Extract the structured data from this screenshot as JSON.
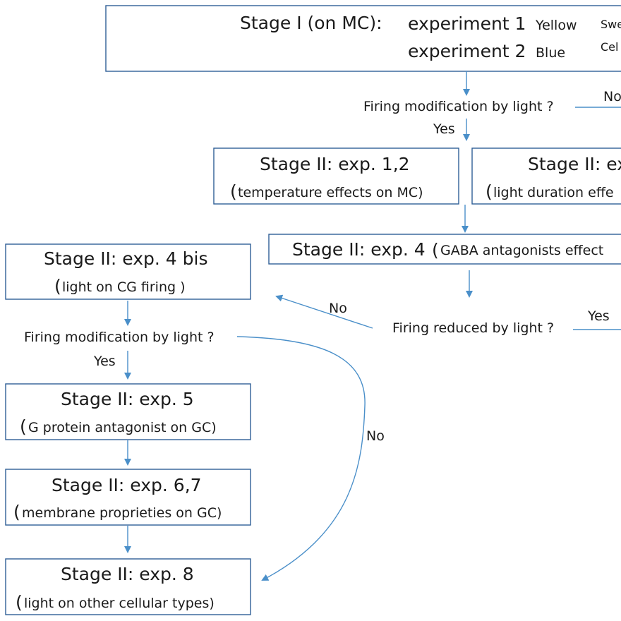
{
  "stage1": {
    "label": "Stage I (on MC):",
    "exp1": "experiment 1",
    "exp1_color": "Yellow",
    "exp2": "experiment 2",
    "exp2_color": "Blue",
    "side_text_1": "Swe",
    "side_text_2": "Cel"
  },
  "q1": {
    "question": "Firing modification by light ?",
    "yes": "Yes",
    "no": "No"
  },
  "exp12": {
    "title": "Stage II: exp. 1,2",
    "detail": "temperature effects on MC)"
  },
  "exp3": {
    "title": "Stage II: ex",
    "detail": "light duration effe"
  },
  "exp4": {
    "title": "Stage II: exp. 4",
    "detail": "GABA antagonists effect"
  },
  "q2": {
    "question": "Firing reduced by light ?",
    "yes": "Yes",
    "no": "No"
  },
  "exp4bis": {
    "title": "Stage II: exp. 4 bis",
    "detail": "light on CG firing )"
  },
  "q3": {
    "question": "Firing modification by light ?",
    "yes": "Yes",
    "no": "No"
  },
  "exp5": {
    "title": "Stage II: exp. 5",
    "detail": "G protein antagonist on GC)"
  },
  "exp67": {
    "title": "Stage II: exp. 6,7",
    "detail": "membrane proprieties on GC)"
  },
  "exp8": {
    "title": "Stage II: exp. 8",
    "detail": "light on other cellular types)"
  },
  "paren_open": "(",
  "colors": {
    "box_stroke": "#2f5f96",
    "connector": "#4a8fc9",
    "text": "#1a1a1a"
  }
}
